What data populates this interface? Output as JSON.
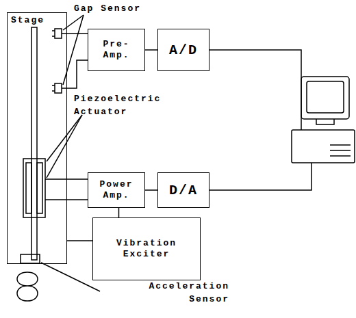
{
  "diagram": {
    "nodes": [
      {
        "text": [
          "Stage"
        ]
      },
      {
        "text": [
          "Pre- Amp."
        ]
      },
      {
        "text": [
          "A/D"
        ]
      },
      {
        "text": [
          "Power Amp."
        ]
      },
      {
        "text": [
          "D/A"
        ]
      },
      {
        "text": [
          "Vibration Exciter"
        ]
      }
    ],
    "edges": [
      {
        "from": 1,
        "to": 2,
        "arrow": "none"
      },
      {
        "from": 4,
        "to": 3,
        "arrow": "none"
      },
      {
        "from": 3,
        "to": 5,
        "arrow": "none"
      },
      {
        "from": 5,
        "to": 0,
        "arrow": "none"
      }
    ],
    "labels": [
      "Gap Sensor",
      "Piezoelectric Actuator",
      "Acceleration Sensor"
    ]
  }
}
